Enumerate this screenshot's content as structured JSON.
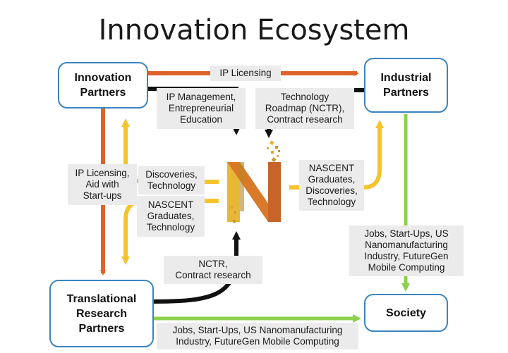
{
  "title": "Innovation Ecosystem",
  "colors": {
    "orange": "#e0622a",
    "yellow": "#f5c32c",
    "green": "#8cd14b",
    "black": "#111111",
    "box_border": "#3a84c0",
    "label_bg": "#ebebeb",
    "logo_orange": "#d97a2b",
    "logo_gold": "#e8b736"
  },
  "nodes": {
    "innovation": "Innovation\nPartners",
    "industrial": "Industrial\nPartners",
    "translational": "Translational\nResearch\nPartners",
    "society": "Society"
  },
  "labels": {
    "ip_licensing": "IP Licensing",
    "ip_management": "IP Management,\nEntrepreneurial\nEducation",
    "tech_roadmap": "Technology\nRoadmap (NCTR),\nContract research",
    "ip_aid": "IP Licensing,\nAid with\nStart-ups",
    "discoveries_left": "Discoveries,\nTechnology",
    "grads_left": "NASCENT\nGraduates,\nTechnology",
    "grads_right": "NASCENT\nGraduates,\nDiscoveries,\nTechnology",
    "nctr": "NCTR,\nContract research",
    "jobs_right": "Jobs, Start-Ups, US\nNanomanufacturing\nIndustry, FutureGen\nMobile Computing",
    "jobs_bottom": "Jobs, Start-Ups, US Nanomanufacturing\nIndustry, FutureGen Mobile Computing"
  },
  "logo_icon": "nascent-n-logo"
}
